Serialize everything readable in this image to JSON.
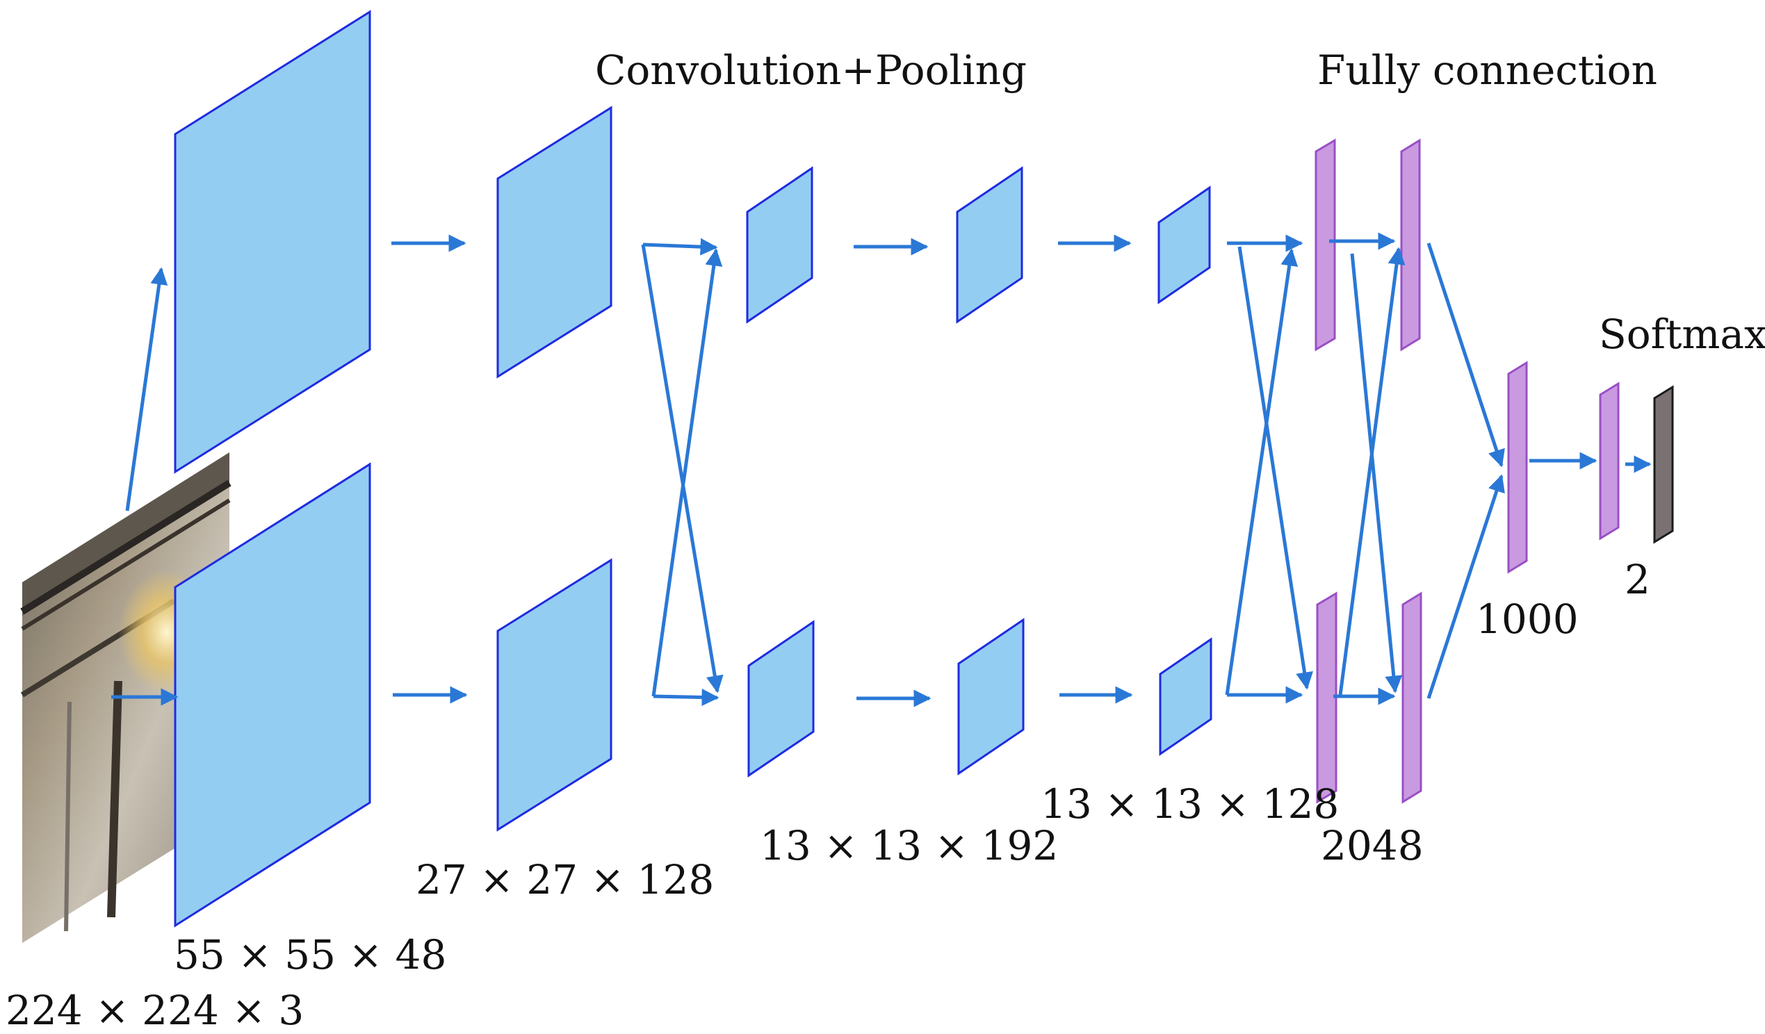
{
  "labels": {
    "conv_pool": "Convolution+Pooling",
    "fully_connection": "Fully connection",
    "softmax": "Softmax",
    "input_dim": "224 × 224 × 3",
    "conv1_dim": "55 × 55 × 48",
    "conv2_dim": "27 × 27 × 128",
    "conv3_dim": "13 × 13 × 192",
    "conv5_dim": "13 × 13 × 128",
    "fc_2048": "2048",
    "fc_1000": "1000",
    "out_2": "2"
  },
  "colors": {
    "feature_map_fill": "#94cdf2",
    "feature_map_stroke": "#1f2be0",
    "fc_fill": "#c99ae0",
    "fc_stroke": "#9a4fc6",
    "output_fill": "#7a7272",
    "output_stroke": "#1a1a1a",
    "arrow": "#2a78d6"
  },
  "icons": {
    "input_image": "tunnel-wall-photo"
  }
}
